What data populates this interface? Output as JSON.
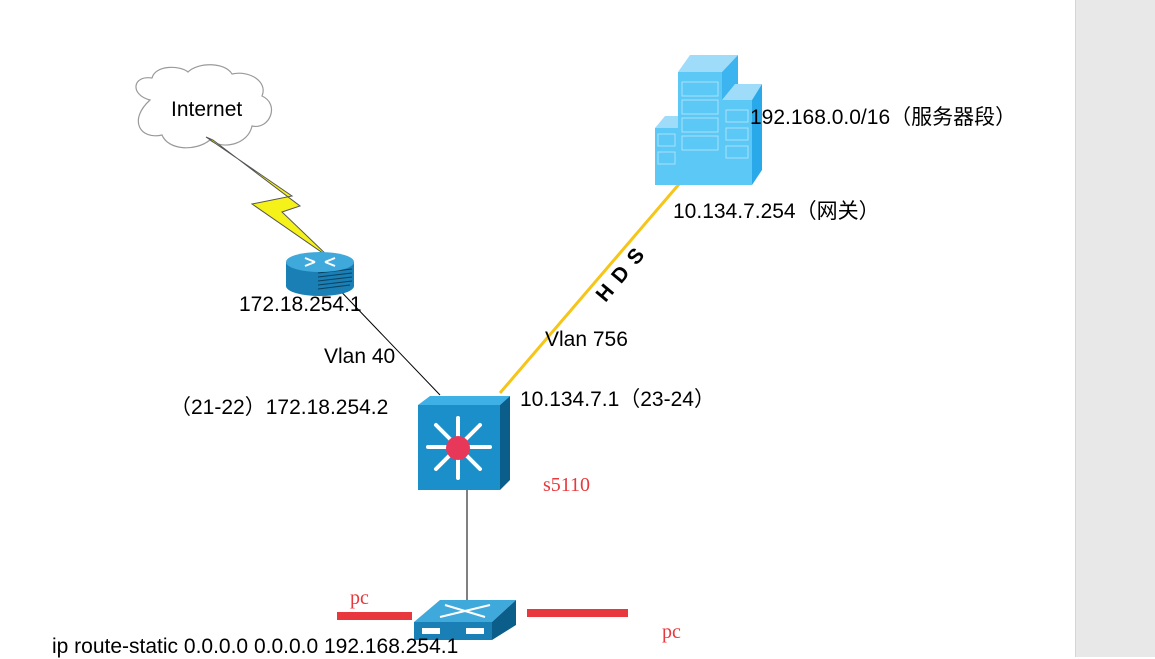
{
  "diagram": {
    "internet_label": "Internet",
    "server_segment_label": "192.168.0.0/16（服务器段）",
    "gateway_label": "10.134.7.254（网关）",
    "router_ip": "172.18.254.1",
    "vlan40_label": "Vlan 40",
    "vlan756_label": "Vlan 756",
    "link_label": "HDS",
    "switch_left_ip": "（21-22）172.18.254.2",
    "switch_right_ip": "10.134.7.1（23-24）",
    "core_switch_name": "s5110",
    "pc_left": "pc",
    "pc_right": "pc",
    "static_route": "ip route-static 0.0.0.0 0.0.0.0 192.168.254.1"
  },
  "colors": {
    "switch_blue": "#1a8fc9",
    "building_blue": "#5bc8f5",
    "link_yellow": "#f5c518",
    "pc_red": "#e8383d"
  }
}
